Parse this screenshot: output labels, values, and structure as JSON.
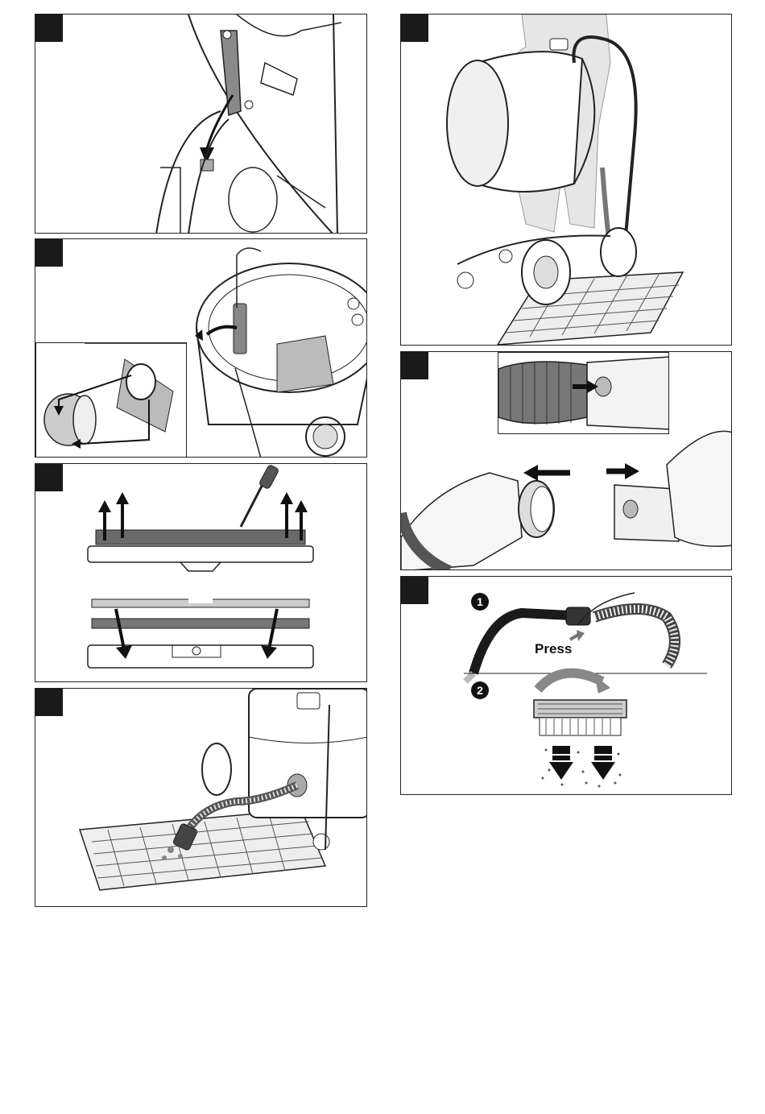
{
  "panels": {
    "p1": {
      "icon": "hose-holder-attach-illustration"
    },
    "p2": {
      "icon": "filter-removal-illustration"
    },
    "p3": {
      "icon": "squeegee-strip-replacement-illustration"
    },
    "p4": {
      "icon": "drain-hose-floor-illustration"
    },
    "p5": {
      "icon": "tank-tipping-drain-illustration"
    },
    "p6": {
      "icon": "hose-coupling-illustration"
    },
    "p7": {
      "icon": "filter-cleaning-illustration",
      "step1": "1",
      "step2": "2",
      "press_label": "Press"
    }
  },
  "colors": {
    "ink": "#1a1a1a",
    "shade": "#9a9a9a",
    "light": "#d8d8d8"
  }
}
